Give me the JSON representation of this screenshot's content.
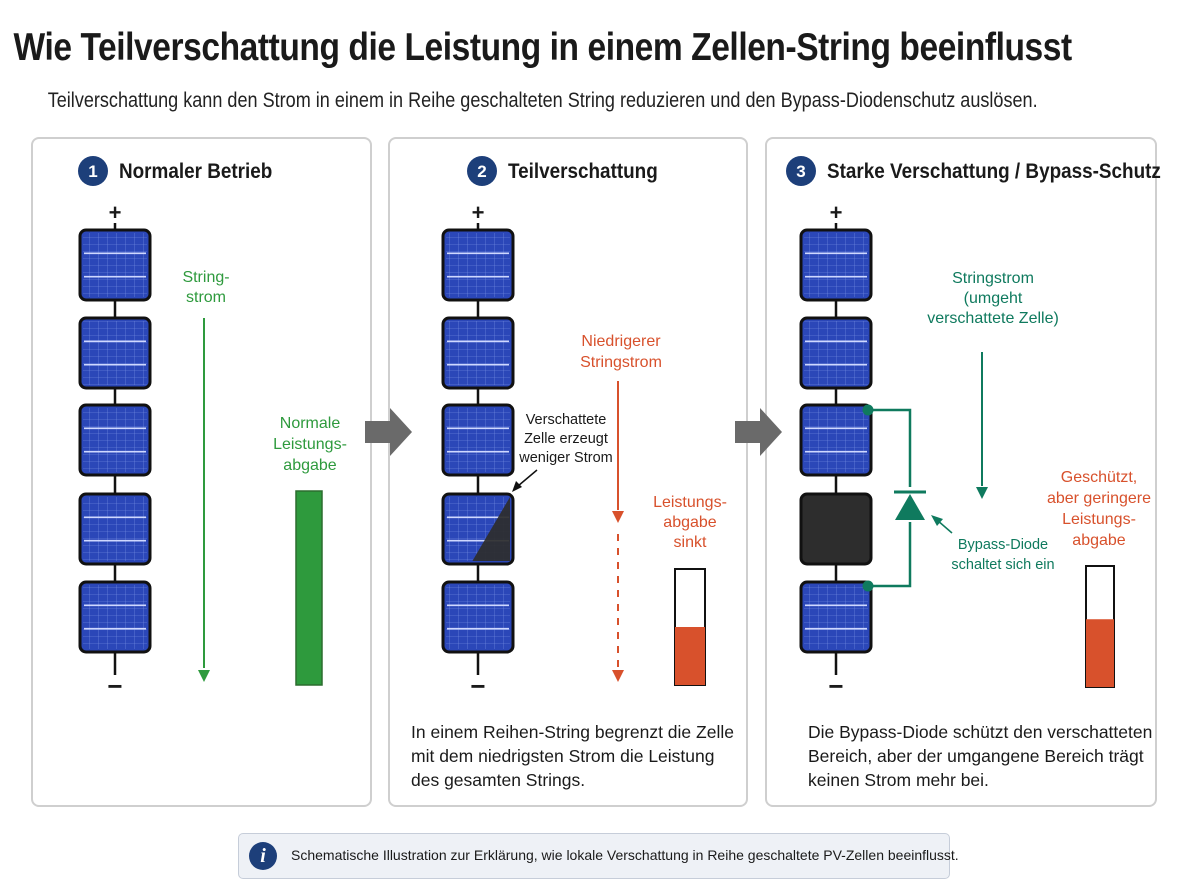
{
  "title": "Wie Teilverschattung die Leistung in einem Zellen-String beeinflusst",
  "subtitle": "Teilverschattung kann den Strom in einem in Reihe geschalteten String reduzieren und den Bypass-Diodenschutz auslösen.",
  "colors": {
    "badge": "#1d3f7a",
    "cell": "#2b47b8",
    "shaded_cell": "#2d2d2d",
    "green": "#2e9a3d",
    "teal": "#0f7a5e",
    "orange": "#d8512c",
    "arrow": "#6a6a6a"
  },
  "panels": [
    {
      "number": "1",
      "heading": "Normaler Betrieb",
      "terminal_plus": "+",
      "terminal_minus": "−",
      "current_label": [
        "String-",
        "strom"
      ],
      "output_label": [
        "Normale",
        "Leistungs-",
        "abgabe"
      ],
      "output_level": 1.0
    },
    {
      "number": "2",
      "heading": "Teilverschattung",
      "terminal_plus": "+",
      "terminal_minus": "−",
      "shaded_cell_label": [
        "Verschattete",
        "Zelle erzeugt",
        "weniger Strom"
      ],
      "current_label": [
        "Niedrigerer",
        "Stringstrom"
      ],
      "output_label": [
        "Leistungs-",
        "abgabe",
        "sinkt"
      ],
      "output_level": 0.5,
      "note": "In einem Reihen-String begrenzt die Zelle mit dem niedrigsten Strom die Leistung des gesamten Strings."
    },
    {
      "number": "3",
      "heading": "Starke Verschattung / Bypass-Schutz",
      "terminal_plus": "+",
      "terminal_minus": "−",
      "current_label": [
        "Stringstrom",
        "(umgeht",
        "verschattete Zelle)"
      ],
      "diode_label": [
        "Bypass-Diode",
        "schaltet sich ein"
      ],
      "output_label": [
        "Geschützt,",
        "aber geringere",
        "Leistungs-",
        "abgabe"
      ],
      "output_level": 0.56,
      "note": "Die Bypass-Diode schützt den verschatteten Bereich, aber der umgangene Bereich trägt keinen Strom mehr bei."
    }
  ],
  "footer": {
    "icon": "info-icon",
    "text": "Schematische Illustration zur Erklärung, wie lokale Verschattung in Reihe geschaltete PV-Zellen beeinflusst."
  }
}
